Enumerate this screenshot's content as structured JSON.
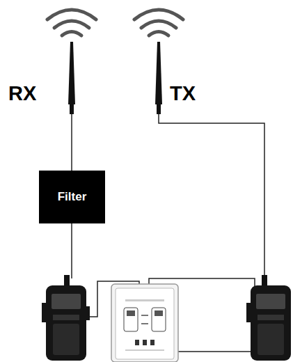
{
  "diagram": {
    "nodes": [
      {
        "text": [
          "Filter"
        ]
      }
    ],
    "labels": [
      "RX",
      "TX"
    ]
  }
}
